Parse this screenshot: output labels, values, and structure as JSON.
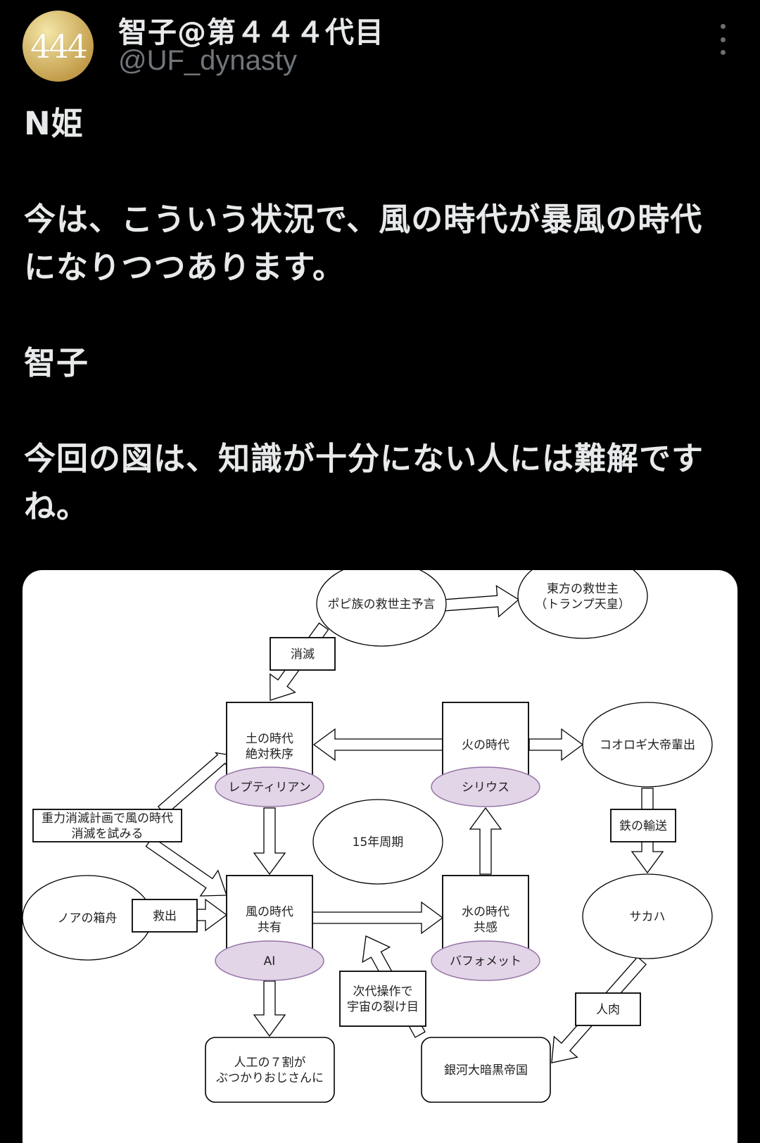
{
  "author": {
    "avatar_text": "444",
    "display_name": "智子@第４４４代目",
    "handle": "@UF_dynasty",
    "more_icon": "more-vertical-icon"
  },
  "post": {
    "paragraphs": [
      "N姫",
      "今は、こういう状況で、風の時代が暴風の時代になりつつあります。",
      "智子",
      "今回の図は、知識が十分にない人には難解ですね。"
    ]
  },
  "media": {
    "type": "diagram-image",
    "colors": {
      "background": "#ffffff",
      "stroke": "#000000",
      "label_fill": "#e1d5e7",
      "label_stroke": "#9673a6"
    },
    "nodes": [
      {
        "id": "popi",
        "shape": "ellipse",
        "lines": [
          "ポピ族の救世主予言"
        ]
      },
      {
        "id": "eastern",
        "shape": "ellipse",
        "lines": [
          "東方の救世主",
          "（トランプ天皇）"
        ]
      },
      {
        "id": "shometsu",
        "shape": "label-box",
        "lines": [
          "消滅"
        ]
      },
      {
        "id": "earth",
        "shape": "rect",
        "lines": [
          "土の時代",
          "絶対秩序"
        ]
      },
      {
        "id": "earth_tag",
        "shape": "tag-ellipse",
        "lines": [
          "レプティリアン"
        ]
      },
      {
        "id": "fire",
        "shape": "rect",
        "lines": [
          "火の時代"
        ]
      },
      {
        "id": "fire_tag",
        "shape": "tag-ellipse",
        "lines": [
          "シリウス"
        ]
      },
      {
        "id": "cricket",
        "shape": "ellipse",
        "lines": [
          "コオロギ大帝輩出"
        ]
      },
      {
        "id": "gravity",
        "shape": "label-box",
        "lines": [
          "重力消滅計画で風の時代",
          "消滅を試みる"
        ]
      },
      {
        "id": "cycle",
        "shape": "ellipse",
        "lines": [
          "15年周期"
        ]
      },
      {
        "id": "iron",
        "shape": "label-box",
        "lines": [
          "鉄の輸送"
        ]
      },
      {
        "id": "noah",
        "shape": "ellipse",
        "lines": [
          "ノアの箱舟"
        ]
      },
      {
        "id": "rescue",
        "shape": "label-box",
        "lines": [
          "救出"
        ]
      },
      {
        "id": "wind",
        "shape": "rect",
        "lines": [
          "風の時代",
          "共有"
        ]
      },
      {
        "id": "wind_tag",
        "shape": "tag-ellipse",
        "lines": [
          "AI"
        ]
      },
      {
        "id": "water",
        "shape": "rect",
        "lines": [
          "水の時代",
          "共感"
        ]
      },
      {
        "id": "water_tag",
        "shape": "tag-ellipse",
        "lines": [
          "バフォメット"
        ]
      },
      {
        "id": "sakaha",
        "shape": "ellipse",
        "lines": [
          "サカハ"
        ]
      },
      {
        "id": "rift",
        "shape": "label-box",
        "lines": [
          "次代操作で",
          "宇宙の裂け目"
        ]
      },
      {
        "id": "flesh",
        "shape": "label-box",
        "lines": [
          "人肉"
        ]
      },
      {
        "id": "butsukari",
        "shape": "rounded-rect",
        "lines": [
          "人工の７割が",
          "ぶつかりおじさんに"
        ]
      },
      {
        "id": "galactic",
        "shape": "rounded-rect",
        "lines": [
          "銀河大暗黒帝国"
        ]
      }
    ],
    "edges": [
      {
        "from": "popi",
        "to": "eastern"
      },
      {
        "from": "popi",
        "to": "earth",
        "label": "消滅"
      },
      {
        "from": "fire",
        "to": "earth"
      },
      {
        "from": "fire",
        "to": "cricket"
      },
      {
        "from": "earth",
        "to": "wind"
      },
      {
        "from": "earth",
        "to": "wind",
        "label": "重力消滅計画で風の時代消滅を試みる"
      },
      {
        "from": "noah",
        "to": "wind",
        "label": "救出"
      },
      {
        "from": "wind",
        "to": "water"
      },
      {
        "from": "water",
        "to": "fire"
      },
      {
        "from": "cricket",
        "to": "sakaha",
        "label": "鉄の輸送"
      },
      {
        "from": "sakaha",
        "to": "galactic",
        "label": "人肉"
      },
      {
        "from": "galactic",
        "to": "wind",
        "label": "次代操作で宇宙の裂け目"
      },
      {
        "from": "wind",
        "to": "butsukari"
      }
    ]
  }
}
